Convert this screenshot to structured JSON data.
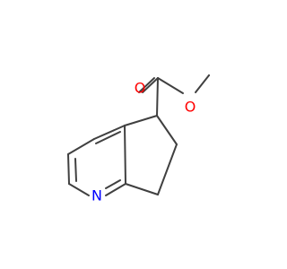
{
  "molecule": {
    "colors": {
      "bond": "#404040",
      "oxygen": "#ff0000",
      "nitrogen": "#0000ff"
    },
    "atoms": {
      "carbonyl_oxygen": "O",
      "ester_oxygen": "O",
      "ring_nitrogen": "N"
    }
  }
}
